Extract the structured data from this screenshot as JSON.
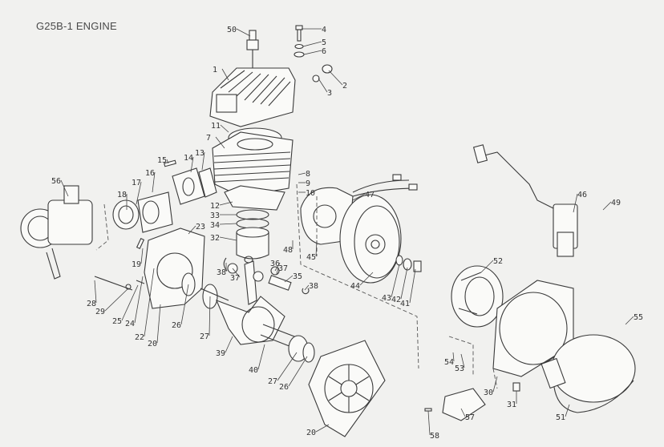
{
  "title": "G25B-1 ENGINE",
  "part_labels": [
    "50",
    "4",
    "5",
    "6",
    "1",
    "2",
    "3",
    "11",
    "7",
    "15",
    "16",
    "14",
    "13",
    "56",
    "17",
    "18",
    "8",
    "9",
    "10",
    "12",
    "33",
    "34",
    "32",
    "47",
    "46",
    "49",
    "23",
    "19",
    "48",
    "45",
    "36",
    "37",
    "35",
    "38",
    "38",
    "37",
    "44",
    "43",
    "42",
    "41",
    "52",
    "28",
    "29",
    "25",
    "24",
    "22",
    "20",
    "26",
    "27",
    "39",
    "40",
    "27",
    "26",
    "20",
    "58",
    "57",
    "54",
    "53",
    "30",
    "31",
    "51",
    "55"
  ]
}
